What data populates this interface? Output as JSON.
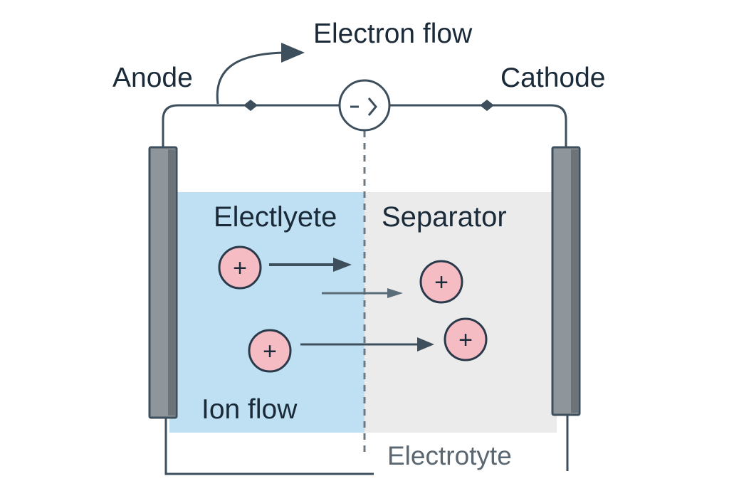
{
  "labels": {
    "electron_flow": "Electron flow",
    "anode": "Anode",
    "cathode": "Cathode",
    "electrolyte_left": "Electlyete",
    "separator": "Separator",
    "ion_flow": "Ion flow",
    "electrolyte_bottom": "Electrotyte"
  },
  "ions": [
    {
      "sign": "+"
    },
    {
      "sign": "+"
    },
    {
      "sign": "+"
    },
    {
      "sign": "+"
    }
  ],
  "colors": {
    "electrolyte_region": "#bfe0f2",
    "separator_region": "#ebebeb",
    "ion_fill": "#f6bcc4",
    "ion_stroke": "#2b3a4a",
    "wire": "#3d4f5c",
    "electrode": "#8f969b",
    "text": "#1a2a38",
    "muted_text": "#5a6670"
  }
}
